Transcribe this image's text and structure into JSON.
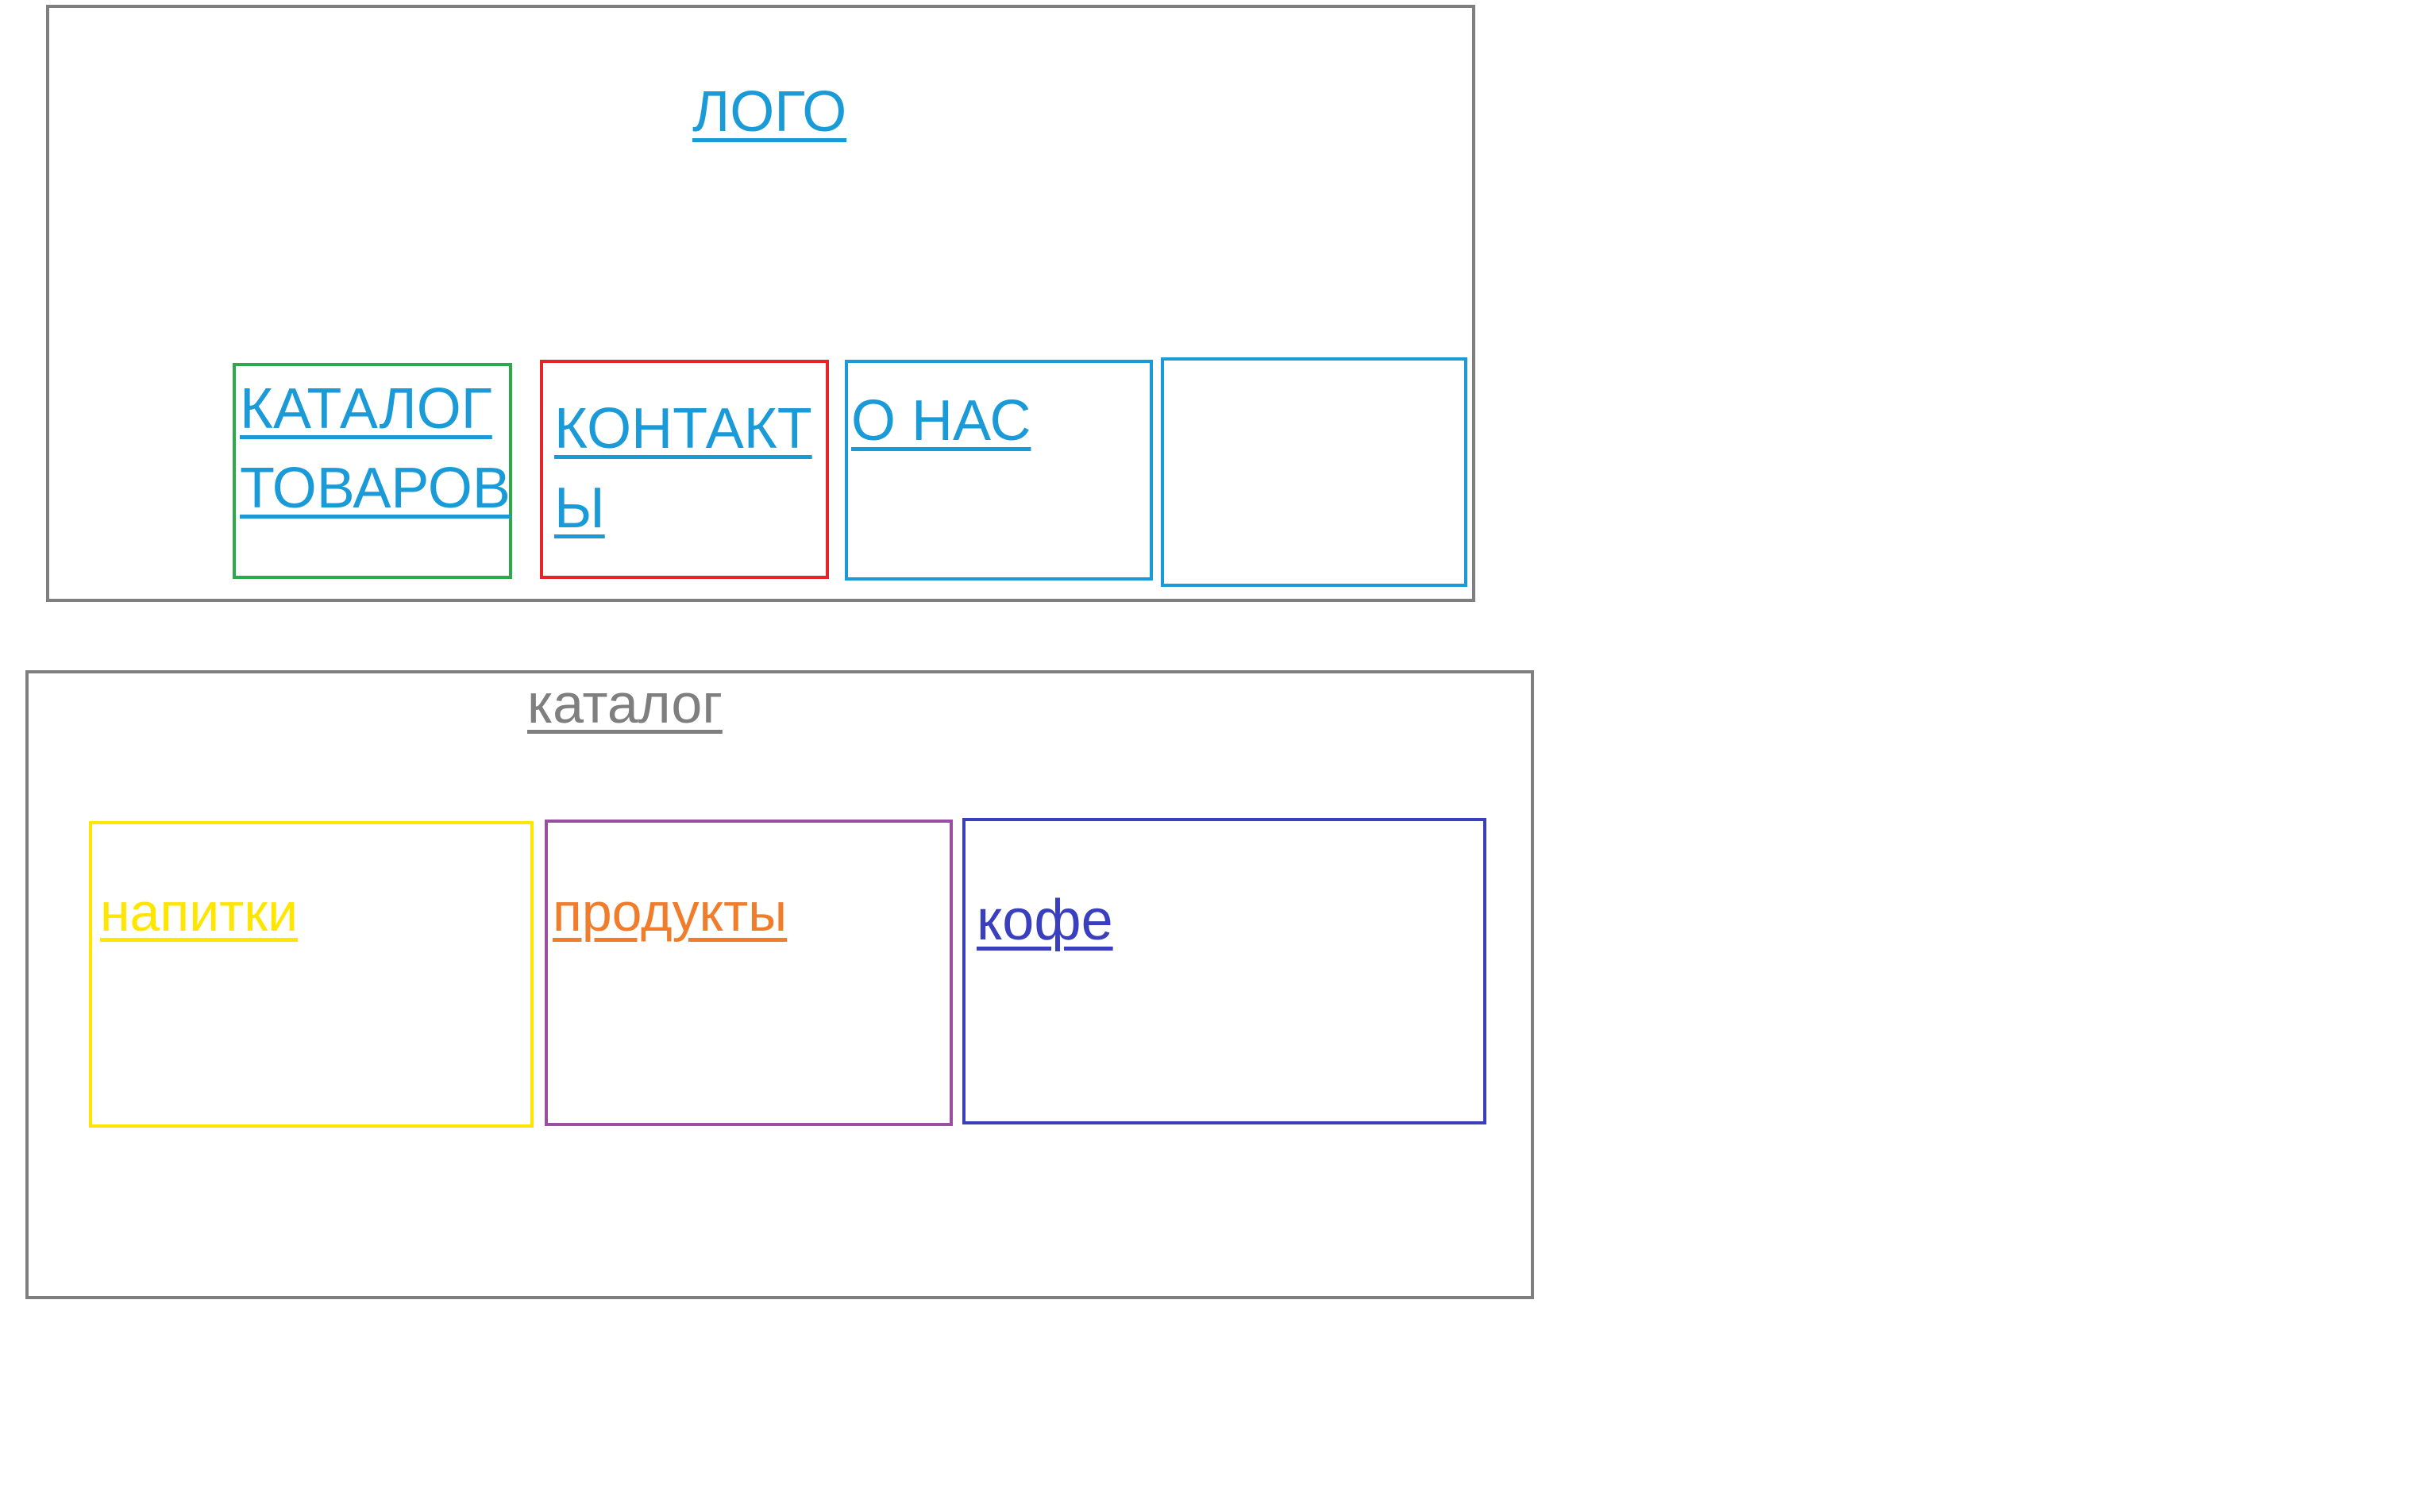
{
  "header": {
    "logo": "ЛОГО",
    "nav": {
      "catalog": [
        "КАТАЛОГ",
        "ТОВАРОВ"
      ],
      "contacts": [
        "КОНТАКТ",
        "Ы"
      ],
      "about": "О НАС",
      "empty": ""
    }
  },
  "catalog": {
    "title": "каталог",
    "items": {
      "drinks": "напитки",
      "products": "продукты",
      "coffee": "кофе"
    }
  },
  "colors": {
    "frame": "#7f7f7f",
    "link_blue": "#1a9bd7",
    "green": "#2ea84a",
    "red": "#e52528",
    "yellow": "#ffe600",
    "purple": "#9c4ea0",
    "orange": "#f07d2c",
    "indigo": "#3a3fbd"
  }
}
